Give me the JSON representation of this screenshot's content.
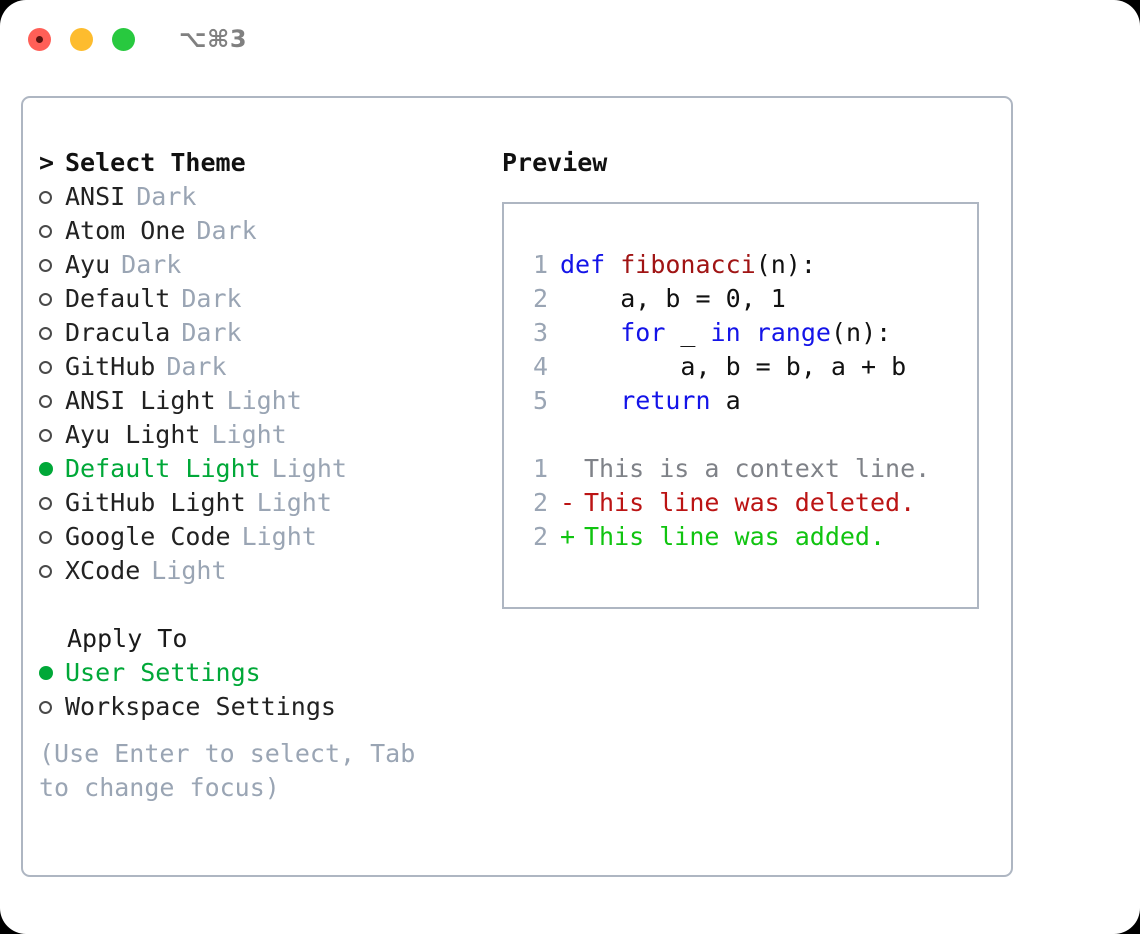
{
  "titlebar": {
    "shortcut": "⌥⌘3",
    "buttons": [
      "close",
      "minimize",
      "zoom"
    ]
  },
  "theme_selector": {
    "heading": "Select Theme",
    "caret": ">",
    "options": [
      {
        "label": "ANSI",
        "badge": "Dark",
        "selected": false
      },
      {
        "label": "Atom One",
        "badge": "Dark",
        "selected": false
      },
      {
        "label": "Ayu",
        "badge": "Dark",
        "selected": false
      },
      {
        "label": "Default",
        "badge": "Dark",
        "selected": false
      },
      {
        "label": "Dracula",
        "badge": "Dark",
        "selected": false
      },
      {
        "label": "GitHub",
        "badge": "Dark",
        "selected": false
      },
      {
        "label": "ANSI Light",
        "badge": "Light",
        "selected": false
      },
      {
        "label": "Ayu Light",
        "badge": "Light",
        "selected": false
      },
      {
        "label": "Default Light",
        "badge": "Light",
        "selected": true
      },
      {
        "label": "GitHub Light",
        "badge": "Light",
        "selected": false
      },
      {
        "label": "Google Code",
        "badge": "Light",
        "selected": false
      },
      {
        "label": "XCode",
        "badge": "Light",
        "selected": false
      }
    ]
  },
  "apply_to": {
    "heading": "Apply To",
    "options": [
      {
        "label": "User Settings",
        "selected": true
      },
      {
        "label": "Workspace Settings",
        "selected": false
      }
    ]
  },
  "hint": "(Use Enter to select, Tab to change focus)",
  "preview": {
    "title": "Preview",
    "code_lines": [
      {
        "number": "1",
        "tokens": [
          {
            "text": "def ",
            "style": "kw"
          },
          {
            "text": "fibonacci",
            "style": "fn"
          },
          {
            "text": "(n):",
            "style": "plain"
          }
        ]
      },
      {
        "number": "2",
        "tokens": [
          {
            "text": "    a, b = 0, 1",
            "style": "plain"
          }
        ]
      },
      {
        "number": "3",
        "tokens": [
          {
            "text": "    ",
            "style": "plain"
          },
          {
            "text": "for",
            "style": "kw"
          },
          {
            "text": " _ ",
            "style": "plain"
          },
          {
            "text": "in",
            "style": "kw"
          },
          {
            "text": " ",
            "style": "plain"
          },
          {
            "text": "range",
            "style": "bi"
          },
          {
            "text": "(n):",
            "style": "plain"
          }
        ]
      },
      {
        "number": "4",
        "tokens": [
          {
            "text": "        a, b = b, a + b",
            "style": "plain"
          }
        ]
      },
      {
        "number": "5",
        "tokens": [
          {
            "text": "    ",
            "style": "plain"
          },
          {
            "text": "return",
            "style": "kw"
          },
          {
            "text": " a",
            "style": "plain"
          }
        ]
      }
    ],
    "diff_lines": [
      {
        "number": "1",
        "sign": " ",
        "text": "This is a context line.",
        "kind": "context"
      },
      {
        "number": "2",
        "sign": "-",
        "text": "This line was deleted.",
        "kind": "deleted"
      },
      {
        "number": "2",
        "sign": "+",
        "text": "This line was added.",
        "kind": "added"
      }
    ]
  },
  "colors": {
    "accent_green": "#00a838",
    "badge_gray": "#9aa5b4",
    "border": "#aeb6c2",
    "keyword_blue": "#1414e8",
    "function_red": "#a01414",
    "diff_deleted": "#bb1414",
    "diff_added": "#10c410",
    "diff_context": "#7f8288"
  }
}
